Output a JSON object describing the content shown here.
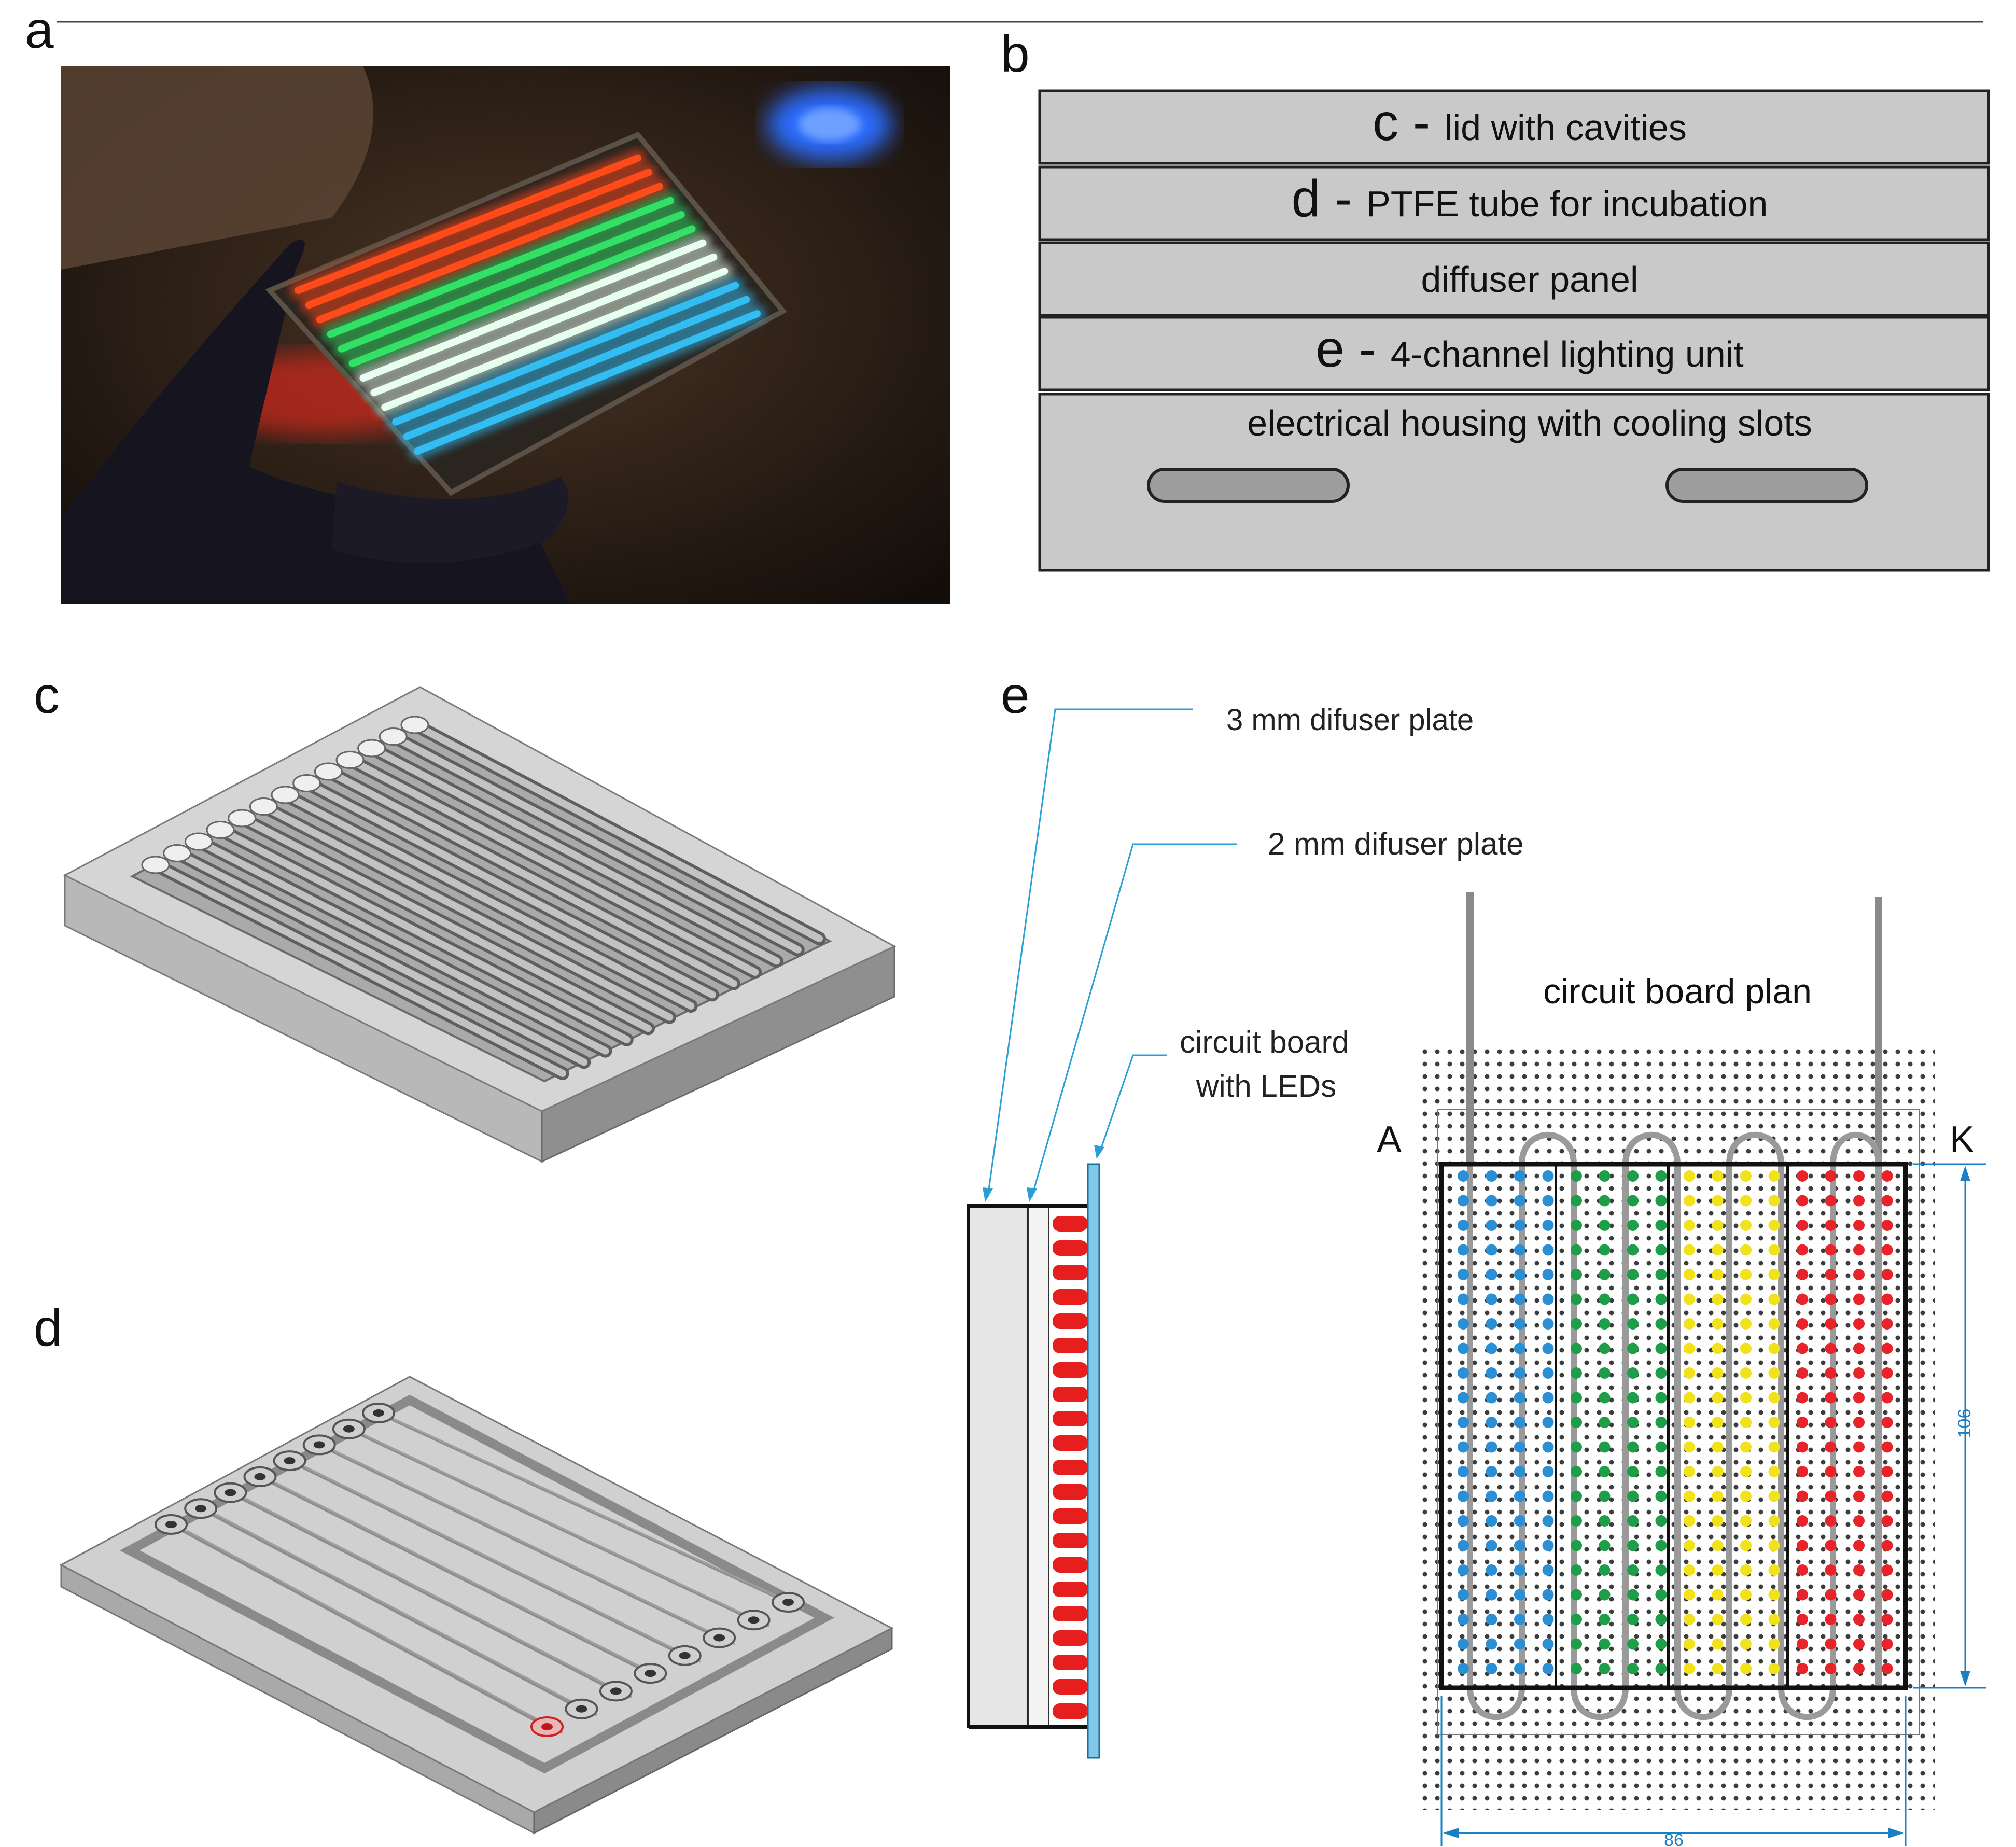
{
  "panels": {
    "a": "a",
    "b": "b",
    "c": "c",
    "d": "d",
    "e": "e"
  },
  "layers": [
    {
      "prefix": "c -",
      "label": "lid with cavities"
    },
    {
      "prefix": "d -",
      "label": "PTFE tube for incubation"
    },
    {
      "prefix": "",
      "label": "diffuser panel"
    },
    {
      "prefix": "e -",
      "label": "4-channel lighting unit"
    },
    {
      "prefix": "",
      "label": "electrical housing with cooling slots"
    }
  ],
  "annotations": {
    "plate3": "3 mm difuser plate",
    "plate2": "2 mm difuser plate",
    "pcb_line1": "circuit board",
    "pcb_line2": "with LEDs",
    "circuit_title": "circuit board plan",
    "anode": "A",
    "cathode": "K",
    "dim_height": "106",
    "dim_width": "86"
  },
  "led_channels": [
    {
      "name": "blue",
      "color": "#2b8fd6",
      "columns": 4
    },
    {
      "name": "green",
      "color": "#1e9e49",
      "columns": 4
    },
    {
      "name": "yellow",
      "color": "#f2e21b",
      "columns": 4
    },
    {
      "name": "red",
      "color": "#e8232a",
      "columns": 4
    }
  ],
  "photo_tube_colors": [
    "#ff4a1a",
    "#33e066",
    "#e8fff0",
    "#33bdf2"
  ],
  "colors": {
    "layer_fill": "#c9c9c9",
    "callout_line": "#2a9fd6",
    "led_red": "#e61e1e",
    "pcb": "#7fc8e8"
  }
}
